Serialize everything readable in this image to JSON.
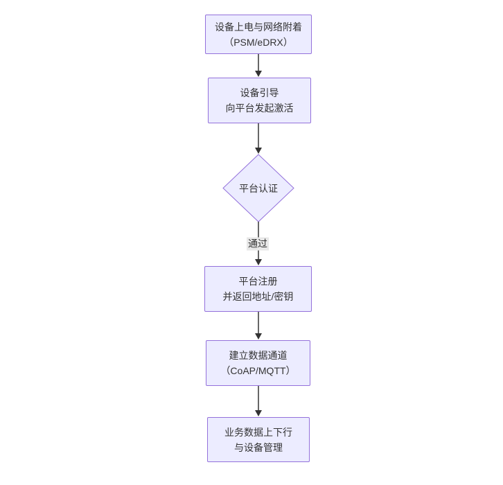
{
  "diagram": {
    "type": "flowchart",
    "direction": "top-down",
    "background": "#ffffff",
    "colors": {
      "node_fill": "#ECECFF",
      "node_border": "#9370DB",
      "arrow": "#333333",
      "text": "#333333",
      "edge_label_bg": "#e8e8e8"
    },
    "nodes": [
      {
        "id": "power-network-attach",
        "shape": "rect",
        "label": "设备上电与网络附着\n（PSM/eDRX）"
      },
      {
        "id": "device-bootstrap",
        "shape": "rect",
        "label": "设备引导\n向平台发起激活"
      },
      {
        "id": "platform-auth",
        "shape": "diamond",
        "label": "平台认证"
      },
      {
        "id": "platform-register",
        "shape": "rect",
        "label": "平台注册\n并返回地址/密钥"
      },
      {
        "id": "data-channel",
        "shape": "rect",
        "label": "建立数据通道\n（CoAP/MQTT）"
      },
      {
        "id": "business-data",
        "shape": "rect",
        "label": "业务数据上下行\n与设备管理"
      }
    ],
    "edges": [
      {
        "from": "power-network-attach",
        "to": "device-bootstrap",
        "label": ""
      },
      {
        "from": "device-bootstrap",
        "to": "platform-auth",
        "label": ""
      },
      {
        "from": "platform-auth",
        "to": "platform-register",
        "label": "通过"
      },
      {
        "from": "platform-register",
        "to": "data-channel",
        "label": ""
      },
      {
        "from": "data-channel",
        "to": "business-data",
        "label": ""
      }
    ]
  }
}
